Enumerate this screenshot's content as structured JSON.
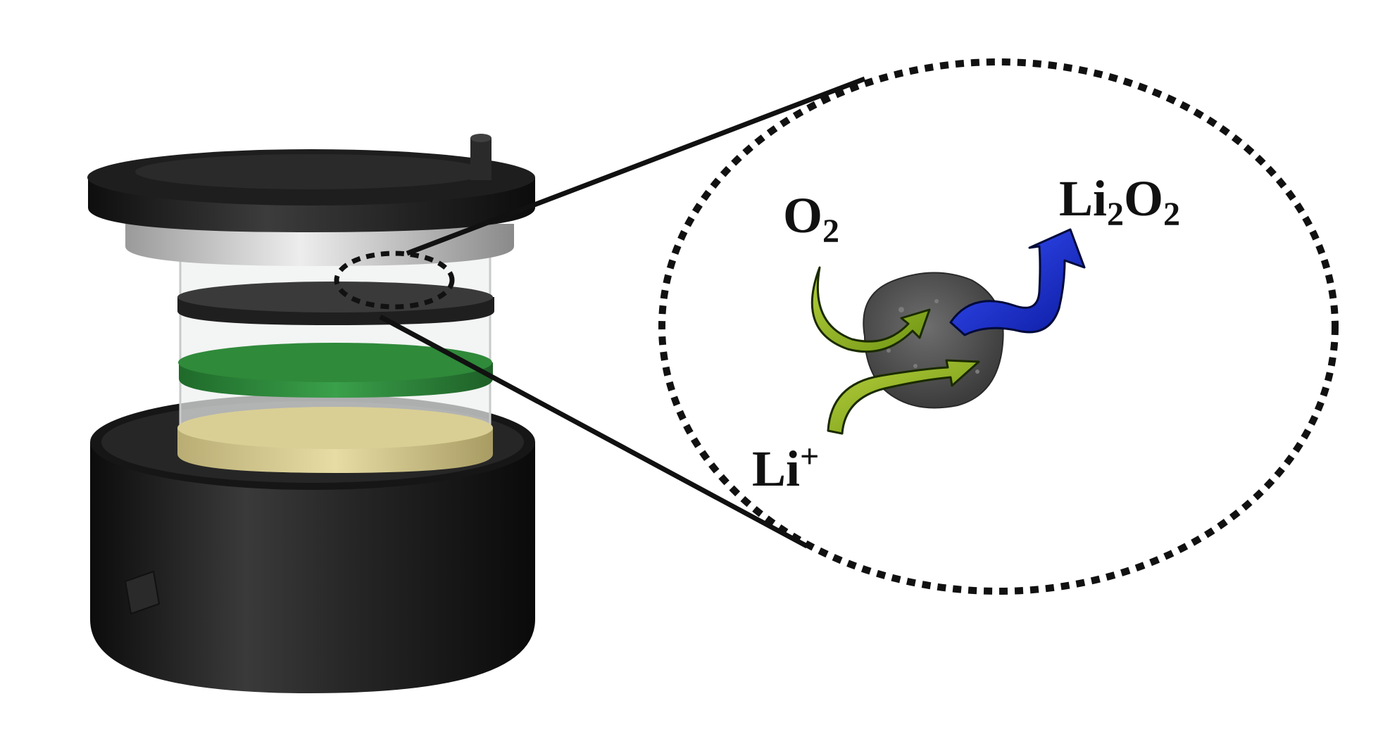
{
  "labels": {
    "oxygen": {
      "base": "O",
      "sub": "2"
    },
    "peroxide": {
      "part1": "Li",
      "sub1": "2",
      "part2": "O",
      "sub2": "2"
    },
    "lithium_ion": {
      "base": "Li",
      "sup": "+"
    }
  },
  "colors": {
    "cell_body": "#1a1a1a",
    "lid_ring": "#202020",
    "separator_light": "#d8d8d8",
    "cathode_disc": "#2e2e2e",
    "green_separator": "#2f8a3a",
    "lithium_anode": "#d6c98c",
    "glass_tube": "#e6e8e8",
    "particle": "#5a5a5a",
    "arrow_green": "#8cb021",
    "arrow_blue": "#1a2fd0",
    "dotted_outline": "#111111"
  },
  "icons": {
    "oxygen_arrow": "curved-arrow-green",
    "lithium_arrow": "curved-arrow-green",
    "product_arrow": "curved-arrow-blue"
  }
}
